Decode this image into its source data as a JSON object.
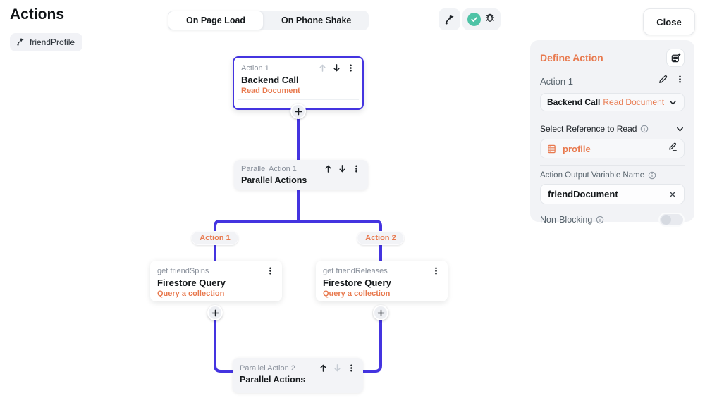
{
  "title": "Actions",
  "trigger": {
    "tag": "friendProfile"
  },
  "toolbar": {
    "tabs": [
      {
        "label": "On Page Load"
      },
      {
        "label": "On Phone Shake"
      }
    ],
    "close_label": "Close"
  },
  "flow": {
    "backend": {
      "label": "Action 1",
      "title": "Backend Call",
      "subtitle": "Read Document"
    },
    "parallel1": {
      "label": "Parallel Action 1",
      "title": "Parallel Actions"
    },
    "branches": {
      "left": "Action 1",
      "right": "Action 2"
    },
    "query_left": {
      "label": "get friendSpins",
      "title": "Firestore Query",
      "subtitle": "Query a collection"
    },
    "query_right": {
      "label": "get friendReleases",
      "title": "Firestore Query",
      "subtitle": "Query a collection"
    },
    "parallel2": {
      "label": "Parallel Action 2",
      "title": "Parallel Actions"
    }
  },
  "panel": {
    "title": "Define Action",
    "action_label": "Action 1",
    "type_value": "Backend Call",
    "type_detail": "Read Document",
    "reference_label": "Select Reference to Read",
    "reference_value": "profile",
    "output_label": "Action Output Variable Name",
    "output_value": "friendDocument",
    "nonblocking_label": "Non-Blocking"
  },
  "colors": {
    "primary": "#4434e0",
    "accent_orange": "#e8794e",
    "success_teal": "#4ec3a6"
  }
}
